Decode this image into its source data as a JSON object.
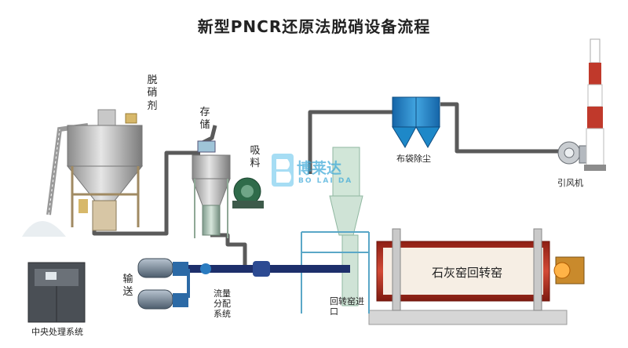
{
  "title": "新型PNCR还原法脱硝设备流程",
  "labels": {
    "denitration_agent": "脱硝剂",
    "storage": "存储",
    "suction": "吸料",
    "bag_filter": "布袋除尘",
    "induced_fan": "引风机",
    "conveying": "输送",
    "flow_distribution": "流量分配系统",
    "kiln_inlet": "回转窑进口",
    "central_control": "中央处理系统",
    "rotary_kiln": "石灰窑回转窑"
  },
  "watermark": {
    "text": "博莱达",
    "subtext": "BO LAI DA"
  },
  "colors": {
    "pipe": "#555555",
    "kiln": "#c0392b",
    "duct": "#1d2f6b",
    "chimney_red": "#c0392b",
    "bag_filter": "#1e88c8"
  }
}
